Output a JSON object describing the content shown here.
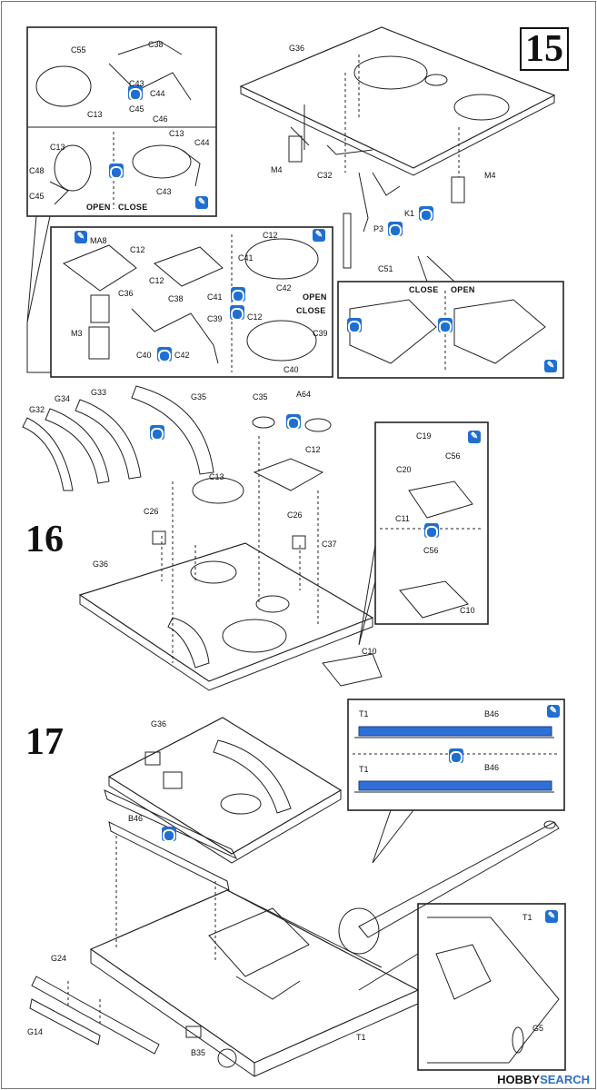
{
  "watermark": {
    "prefix": "HOBBY",
    "suffix": "SEARCH"
  },
  "steps": [
    {
      "number": "15"
    },
    {
      "number": "16"
    },
    {
      "number": "17"
    }
  ],
  "labels15": [
    "C55",
    "C38",
    "C13",
    "C43",
    "C44",
    "C45",
    "C46",
    "C13",
    "C13",
    "C44",
    "C48",
    "C45",
    "C43",
    "G36",
    "M4",
    "C32",
    "M4",
    "K1",
    "P3",
    "C51",
    "MA8",
    "C12",
    "C12",
    "C41",
    "C12",
    "C42",
    "C36",
    "C38",
    "C41",
    "C39",
    "M3",
    "C40",
    "C42",
    "C12",
    "C39",
    "C40"
  ],
  "labels16": [
    "G32",
    "G34",
    "G33",
    "G35",
    "C35",
    "A64",
    "C12",
    "C13",
    "C26",
    "C26",
    "C37",
    "G36",
    "C10",
    "C19",
    "C20",
    "C56",
    "C11",
    "C56",
    "C10"
  ],
  "labels17": [
    "G36",
    "B46",
    "T1",
    "B46",
    "T1",
    "B46",
    "G24",
    "G14",
    "B35",
    "T1",
    "T1",
    "G5"
  ],
  "open_close": {
    "open": "OPEN",
    "close": "CLOSE"
  },
  "glue_icon": "cement-icon",
  "assembly_icon": "either-side-icon"
}
